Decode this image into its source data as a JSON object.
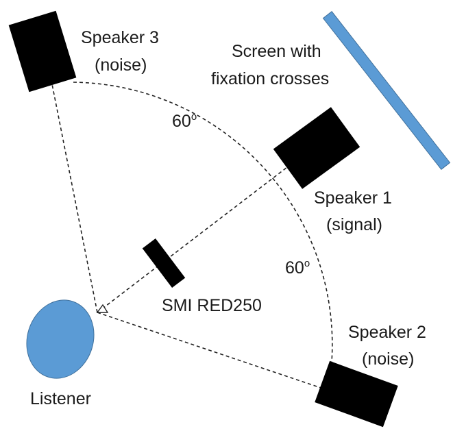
{
  "labels": {
    "speaker3_name": "Speaker 3",
    "speaker3_role": "(noise)",
    "speaker1_name": "Speaker 1",
    "speaker1_role": "(signal)",
    "speaker2_name": "Speaker 2",
    "speaker2_role": "(noise)",
    "screen_line1": "Screen with",
    "screen_line2": "fixation crosses",
    "eyetracker": "SMI RED250",
    "listener": "Listener",
    "angle_upper_value": "60",
    "angle_upper_unit": "o",
    "angle_lower_value": "60",
    "angle_lower_unit": "o"
  },
  "colors": {
    "speaker": "#000000",
    "screen": "#5b9bd5",
    "screen_border": "#41719c",
    "listener": "#5b9bd5",
    "listener_border": "#41719c",
    "lines": "#222222",
    "text": "#1a1a1a"
  }
}
